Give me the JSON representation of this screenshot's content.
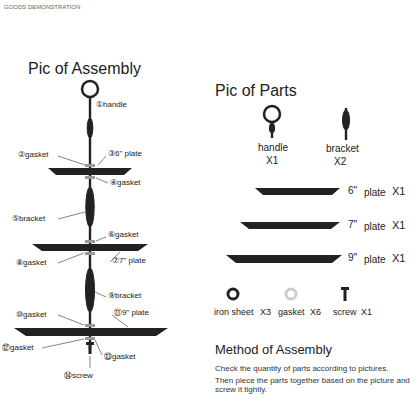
{
  "diagram": {
    "labels": [
      "GOODS DEMONSTRATION",
      "Pic of Assembly",
      "①handle",
      "②gasket",
      "③6\" plate",
      "④gasket",
      "⑤bracket",
      "⑥gasket",
      "⑧gasket",
      "⑦7\" plate",
      "⑨bracket",
      "⑩gasket",
      "⑪9\" plate",
      "⑫gasket",
      "⑬gasket",
      "⑭screw",
      "Pic of Parts",
      "handle",
      "X1",
      "bracket",
      "X2",
      "6\"",
      "plate",
      "X1",
      "7\"",
      "plate",
      "X1",
      "9\"",
      "plate",
      "X1",
      "iron sheet",
      "X3",
      "gasket",
      "X6",
      "screw",
      "X1",
      "Method of Assembly",
      "Check the quantity of parts according to pictures.",
      "Then piece the parts together based on the picture and screw it tightly."
    ]
  }
}
